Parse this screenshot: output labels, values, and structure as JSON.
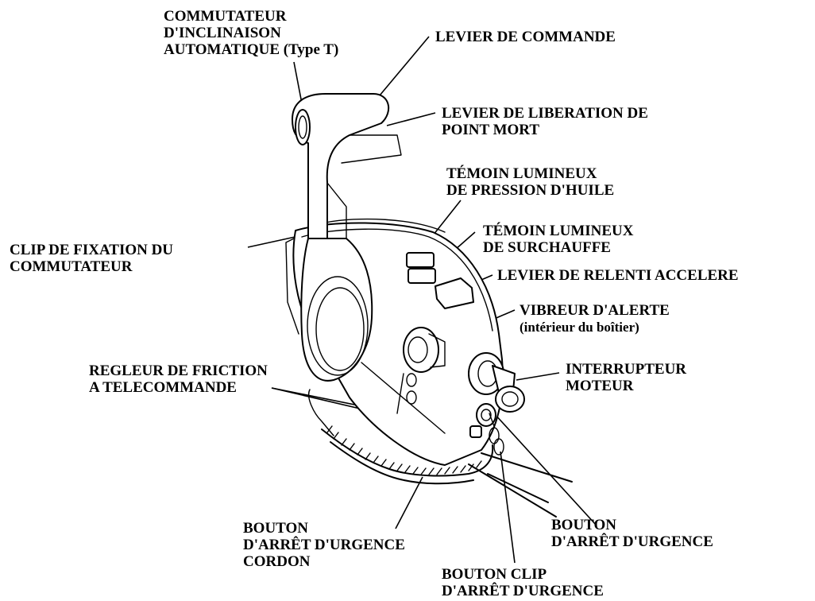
{
  "labels": {
    "tilt_switch": [
      "COMMUTATEUR",
      "D'INCLINAISON",
      "AUTOMATIQUE (Type T)"
    ],
    "control_lever": [
      "LEVIER DE COMMANDE"
    ],
    "neutral_release": [
      "LEVIER DE LIBERATION DE",
      "POINT MORT"
    ],
    "oil_pressure": [
      "TÉMOIN LUMINEUX",
      "DE PRESSION D'HUILE"
    ],
    "overheat": [
      "TÉMOIN LUMINEUX",
      "DE SURCHAUFFE"
    ],
    "switch_clip": [
      "CLIP DE FIXATION DU",
      "COMMUTATEUR"
    ],
    "fast_idle": [
      "LEVIER DE RELENTI ACCELERE"
    ],
    "warning_buzzer": [
      "VIBREUR D'ALERTE",
      "(intérieur du boîtier)"
    ],
    "friction_adjuster": [
      "REGLEUR DE FRICTION",
      "A TELECOMMANDE"
    ],
    "ignition_switch": [
      "INTERRUPTEUR",
      "MOTEUR"
    ],
    "stop_lanyard": [
      "BOUTON",
      "D'ARRÊT D'URGENCE",
      "CORDON"
    ],
    "stop_switch": [
      "BOUTON",
      "D'ARRÊT D'URGENCE"
    ],
    "stop_clip": [
      "BOUTON CLIP",
      "D'ARRÊT D'URGENCE"
    ]
  }
}
